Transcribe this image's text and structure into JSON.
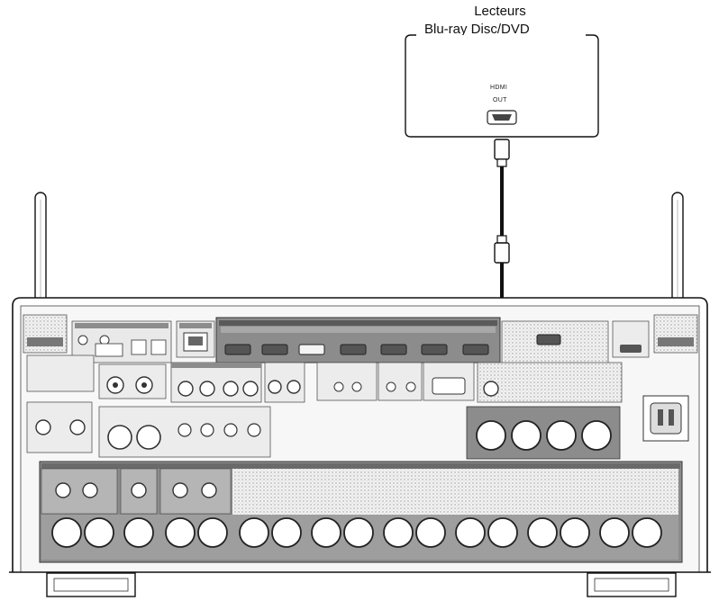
{
  "device": {
    "title_line1": "Lecteurs",
    "title_line2": "Blu-ray Disc/DVD",
    "hdmi_label": "HDMI",
    "out_label": "OUT"
  },
  "colors": {
    "line": "#111111",
    "panel_fill": "#ebebeb",
    "dark_strip": "#8c8c8c",
    "connector_dark": "#555555",
    "connector_light": "#f4f4f4",
    "cable": "#111111"
  },
  "icons": {
    "antenna": "antenna-icon",
    "hdmi_port": "hdmi-port-icon",
    "xlr": "xlr-connector-icon",
    "rca": "rca-connector-icon",
    "power": "power-inlet-icon"
  }
}
